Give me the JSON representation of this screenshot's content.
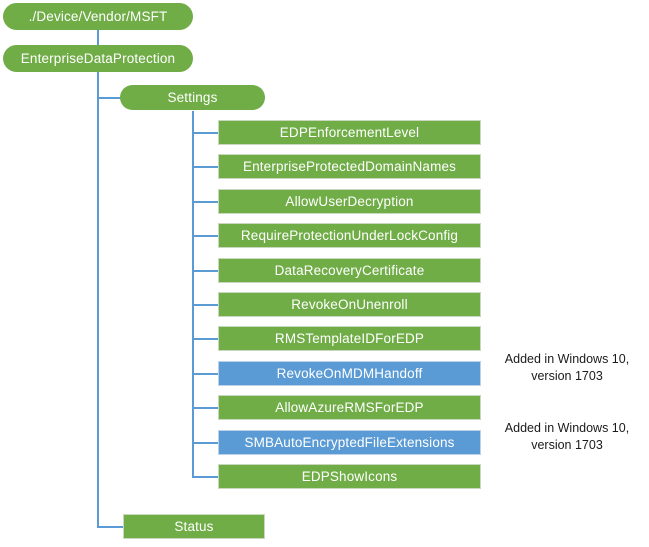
{
  "diagram": {
    "title_node": "./Device/Vendor/MSFT",
    "colors": {
      "green": "#70AD47",
      "blue": "#5B9BD5",
      "connector": "#5B9BD5",
      "node_text": "#FFFFFF",
      "annotation_text": "#1A1A1A",
      "background": "#FFFFFF"
    },
    "nodes": {
      "root": "./Device/Vendor/MSFT",
      "level2": "EnterpriseDataProtection",
      "settings": "Settings",
      "status": "Status"
    },
    "settings_children": [
      {
        "label": "EDPEnforcementLevel",
        "color": "green",
        "note": ""
      },
      {
        "label": "EnterpriseProtectedDomainNames",
        "color": "green",
        "note": ""
      },
      {
        "label": "AllowUserDecryption",
        "color": "green",
        "note": ""
      },
      {
        "label": "RequireProtectionUnderLockConfig",
        "color": "green",
        "note": ""
      },
      {
        "label": "DataRecoveryCertificate",
        "color": "green",
        "note": ""
      },
      {
        "label": "RevokeOnUnenroll",
        "color": "green",
        "note": ""
      },
      {
        "label": "RMSTemplateIDForEDP",
        "color": "green",
        "note": ""
      },
      {
        "label": "RevokeOnMDMHandoff",
        "color": "blue",
        "note": "Added in Windows 10,\nversion 1703"
      },
      {
        "label": "AllowAzureRMSForEDP",
        "color": "green",
        "note": ""
      },
      {
        "label": "SMBAutoEncryptedFileExtensions",
        "color": "blue",
        "note": "Added in Windows 10,\nversion 1703"
      },
      {
        "label": "EDPShowIcons",
        "color": "green",
        "note": ""
      }
    ]
  }
}
